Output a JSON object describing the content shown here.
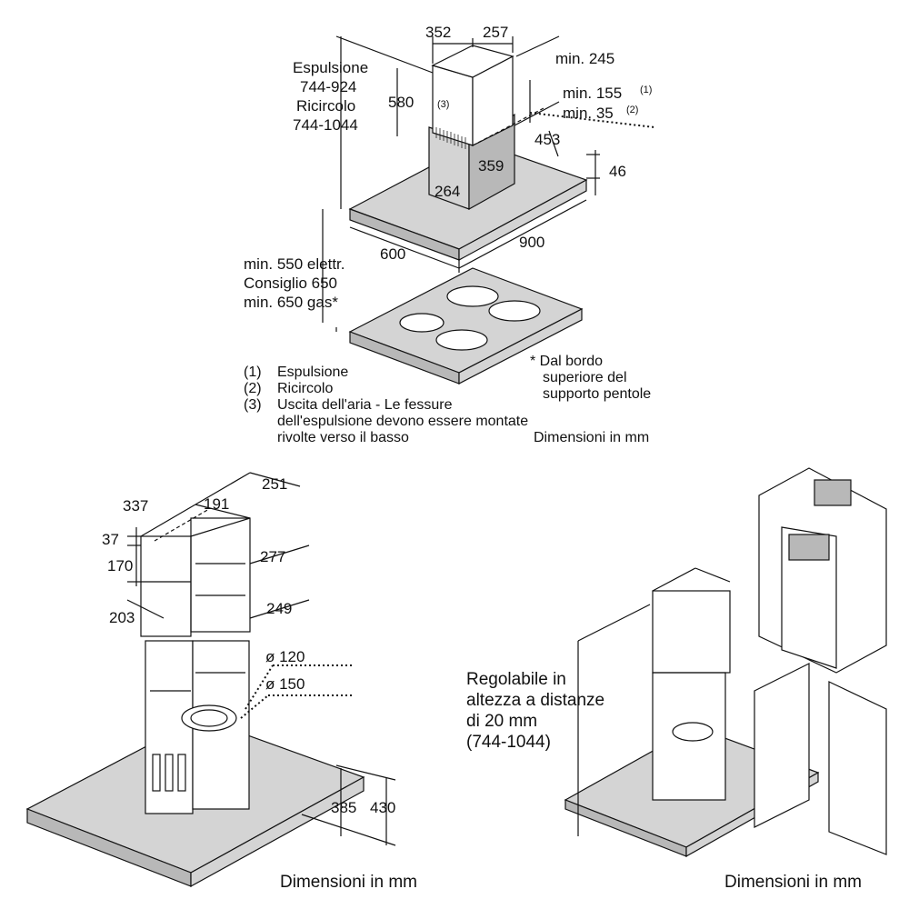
{
  "top": {
    "espulsione_label": "Espulsione",
    "espulsione_range": "744-924",
    "ricircolo_label": "Ricircolo",
    "ricircolo_range": "744-1044",
    "dim_352": "352",
    "dim_257": "257",
    "dim_min245": "min. 245",
    "dim_580": "580",
    "dim_min155": "min. 155",
    "sup1": "(1)",
    "dim_min35": "min. 35",
    "sup2": "(2)",
    "callout3": "(3)",
    "dim_453": "453",
    "dim_359": "359",
    "dim_46": "46",
    "dim_264": "264",
    "dim_600": "600",
    "dim_900": "900",
    "clearance_line1": "min. 550 elettr.",
    "clearance_line2": "Consiglio 650",
    "clearance_line3": "min. 650 gas*"
  },
  "legend": {
    "n1": "(1)",
    "t1": "Espulsione",
    "n2": "(2)",
    "t2": "Ricircolo",
    "n3": "(3)",
    "t3_line1": "Uscita dell'aria - Le fessure",
    "t3_line2": "dell'espulsione devono essere montate",
    "t3_line3": "rivolte verso il basso",
    "note_line1": "* Dal bordo",
    "note_line2": "superiore del",
    "note_line3": "supporto pentole",
    "units": "Dimensioni in mm"
  },
  "left": {
    "dim_251": "251",
    "dim_337": "337",
    "dim_191": "191",
    "dim_37": "37",
    "dim_277": "277",
    "dim_170": "170",
    "dim_203": "203",
    "dim_249": "249",
    "dia_120": "ø 120",
    "dia_150": "ø 150",
    "dim_385": "385",
    "dim_430": "430",
    "units": "Dimensioni in mm"
  },
  "right": {
    "adj_line1": "Regolabile in",
    "adj_line2": "altezza a distanze",
    "adj_line3": "di 20 mm",
    "adj_line4": "(744-1044)",
    "units": "Dimensioni in mm"
  }
}
